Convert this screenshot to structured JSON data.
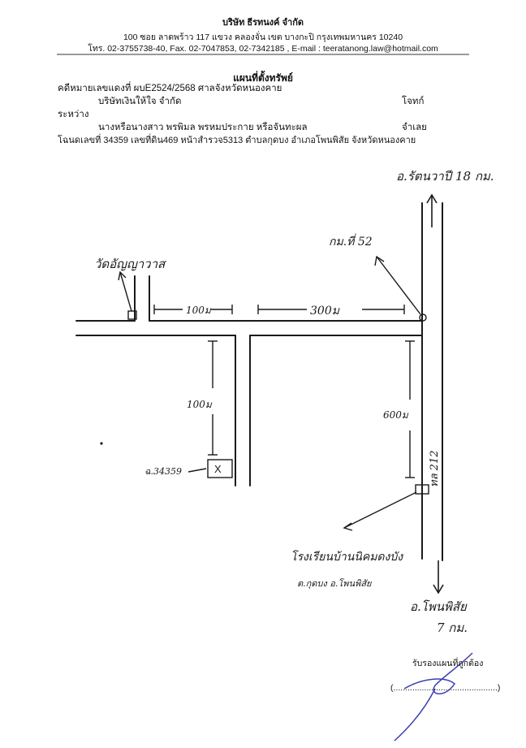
{
  "header": {
    "company_name": "บริษัท  ธีรทนงค์ จำกัด",
    "address": "100   ซอย ลาดพร้าว 117    แขวง คลองจั่น    เขต บางกะปิ   กรุงเทพมหานคร  10240",
    "contact": "โทร. 02-3755738-40, Fax.  02-7047853, 02-7342185 , E-mail : teeratanong.law@hotmail.com"
  },
  "document": {
    "title": "แผนที่ตั้งทรัพย์",
    "case_line": "คดีหมายเลขแดงที่ ผบE2524/2568 ศาลจังหวัดหนองคาย",
    "plaintiff": "บริษัทเงินให้ใจ จำกัด",
    "plaintiff_role": "โจทก์",
    "between": "ระหว่าง",
    "defendant": "นางหรือนางสาว พรพิมล พรหมประกาย หรือจันทะผล",
    "defendant_role": "จำเลย",
    "deed_line": "โฉนดเลขที่ 34359  เลขที่ดิน469 หน้าสำรวจ5313  ตำบลกุดบง  อำเภอโพนพิสัย  จังหวัดหนองคาย"
  },
  "map": {
    "north_dest": "อ.รัตนวาปี 18 กม.",
    "km_marker": "กม.ที่ 52",
    "temple": "วัดอัญญาวาส",
    "dist_100_top": "100ม",
    "dist_300": "300ม",
    "dist_100_vert": "100ม",
    "dist_600": "600ม",
    "road_name": "ทล 212",
    "property_label": "ฉ.34359",
    "property_mark": "X",
    "school": "โรงเรียนบ้านนิคมดงบัง",
    "school_sub": "ต.กุดบง อ.โพนพิสัย",
    "south_dest": "อ.โพนพิสัย",
    "south_dist": "7 กม.",
    "ink_color": "#1a1a1a",
    "signature_color": "#3b3fb5"
  },
  "certify": {
    "label": "รับรองแผนที่ถูกต้อง",
    "signature_line": "(............................................)"
  }
}
